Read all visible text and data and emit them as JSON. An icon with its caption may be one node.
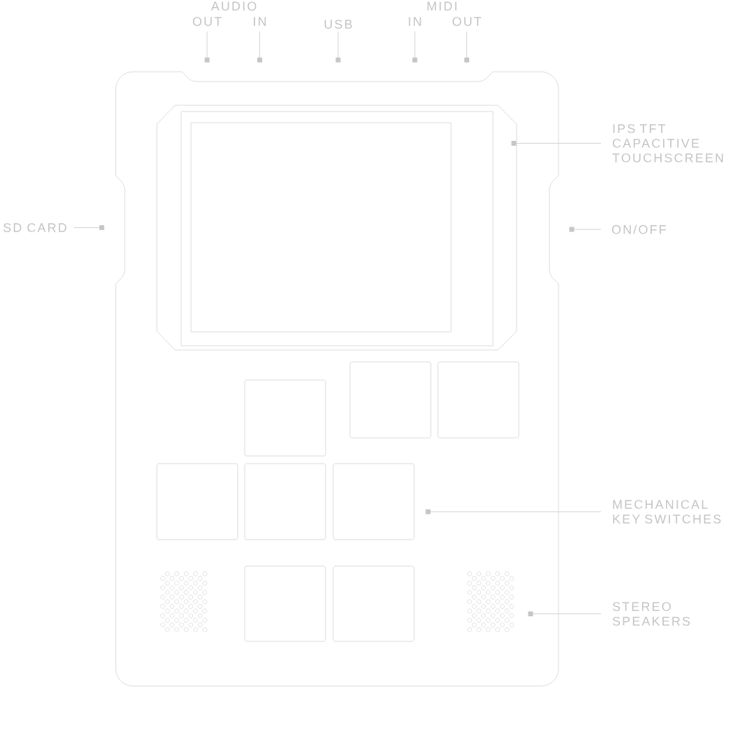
{
  "diagram": {
    "nodes": [
      {
        "text": [
          "OUT"
        ]
      },
      {
        "text": [
          "IN"
        ]
      },
      {
        "text": [
          "USB"
        ]
      },
      {
        "text": [
          "IN"
        ]
      },
      {
        "text": [
          "OUT"
        ]
      },
      {
        "text": [
          "IPS TFT CAPACITIVE TOUCHSCREEN"
        ]
      },
      {
        "text": [
          "SD CARD"
        ]
      },
      {
        "text": [
          "ON/OFF"
        ]
      },
      {
        "text": [
          "MECHANICAL KEY SWITCHES"
        ]
      },
      {
        "text": [
          "STEREO SPEAKERS"
        ]
      }
    ],
    "edges": [
      {
        "from": 0,
        "to": null,
        "arrow": "other"
      },
      {
        "from": 1,
        "to": null,
        "arrow": "other"
      },
      {
        "from": 2,
        "to": null,
        "arrow": "other"
      },
      {
        "from": 3,
        "to": null,
        "arrow": "other"
      },
      {
        "from": 4,
        "to": null,
        "arrow": "other"
      },
      {
        "from": 5,
        "to": null,
        "arrow": "other"
      },
      {
        "from": 6,
        "to": null,
        "arrow": "other"
      },
      {
        "from": 7,
        "to": null,
        "arrow": "other"
      },
      {
        "from": 8,
        "to": null,
        "arrow": "other"
      },
      {
        "from": 9,
        "to": null,
        "arrow": "other"
      }
    ],
    "labels": [
      "AUDIO",
      "MIDI"
    ]
  }
}
